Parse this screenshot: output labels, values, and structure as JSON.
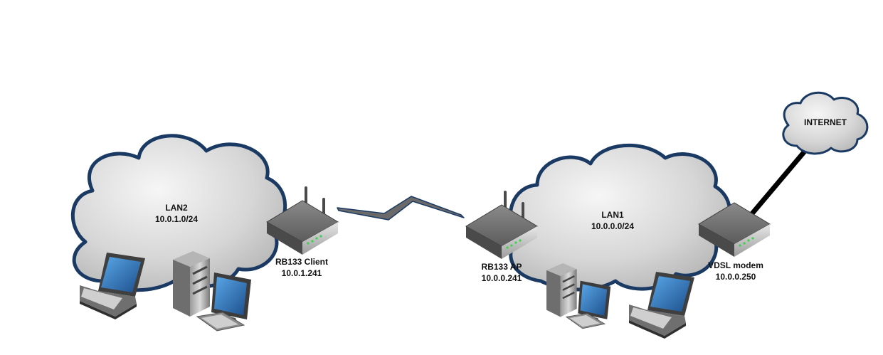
{
  "networks": {
    "lan2": {
      "name": "LAN2",
      "subnet": "10.0.1.0/24"
    },
    "lan1": {
      "name": "LAN1",
      "subnet": "10.0.0.0/24"
    },
    "internet": {
      "name": "INTERNET"
    }
  },
  "devices": {
    "rb133_client": {
      "name": "RB133 Client",
      "ip": "10.0.1.241"
    },
    "rb133_ap": {
      "name": "RB133 AP",
      "ip": "10.0.0.241"
    },
    "vdsl_modem": {
      "name": "VDSL modem",
      "ip": "10.0.0.250"
    }
  },
  "colors": {
    "cloud_outline": "#1a3a63",
    "cloud_fill_light": "#f3f3f3",
    "cloud_fill_dark": "#b9b9b9",
    "device_body": "#5a5a5a",
    "screen": "#2f6fb3",
    "link": "#000000"
  },
  "icons": [
    "cloud-icon",
    "router-icon",
    "laptop-icon",
    "desktop-pc-icon",
    "lightning-link-icon"
  ]
}
